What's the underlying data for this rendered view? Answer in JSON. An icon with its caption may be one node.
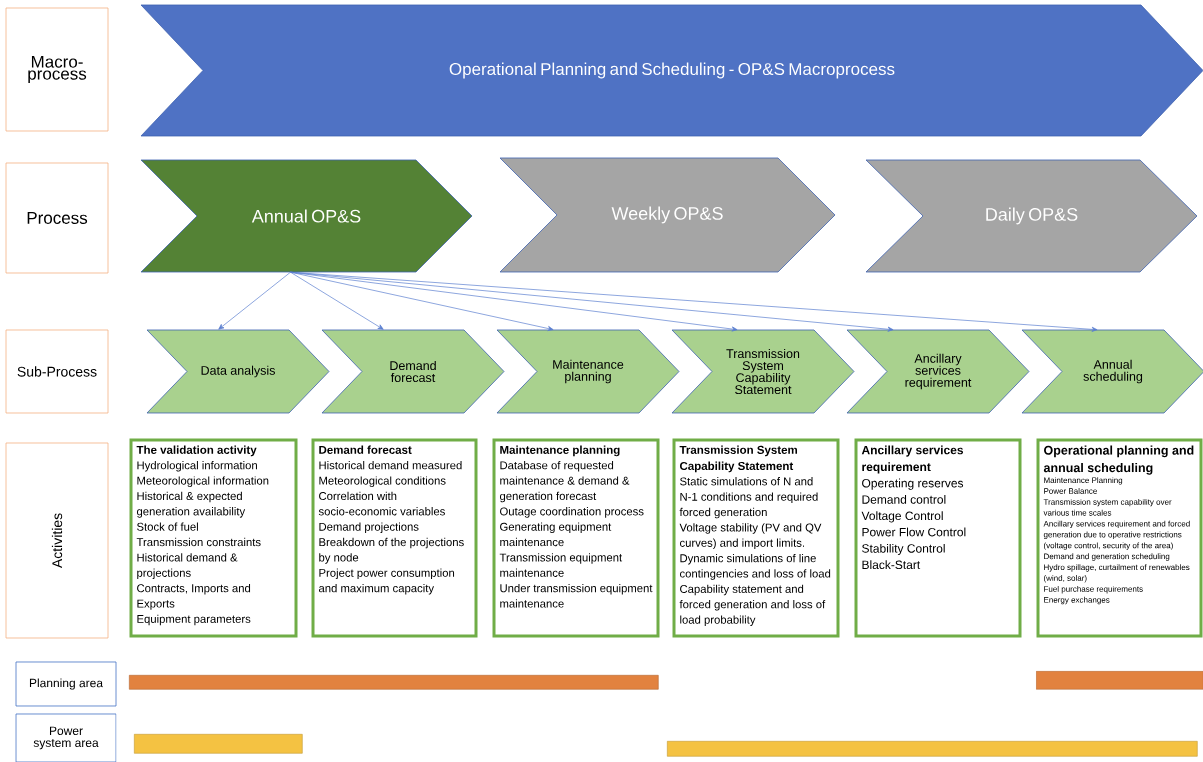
{
  "diagram": {
    "nodes": [
      {
        "text": [
          "Macro-process"
        ]
      },
      {
        "text": [
          "Operational Planning and  Scheduling - OP&S Macroprocess"
        ]
      },
      {
        "text": [
          "Process"
        ]
      },
      {
        "text": [
          "Annual OP&S"
        ]
      },
      {
        "text": [
          "Weekly OP&S"
        ]
      },
      {
        "text": [
          "Daily OP&S"
        ]
      },
      {
        "text": [
          "Sub-Process"
        ]
      },
      {
        "text": [
          "Data analysis"
        ]
      },
      {
        "text": [
          "Demand forecast"
        ]
      },
      {
        "text": [
          "Maintenance planning"
        ]
      },
      {
        "text": [
          "Transmission System Capability Statement"
        ]
      },
      {
        "text": [
          "Ancillary services requirement"
        ]
      },
      {
        "text": [
          "Annual scheduling"
        ]
      },
      {
        "text": [
          "Activities"
        ]
      },
      {
        "text": [
          "The validation activity",
          "Hydrological information",
          "Meteorological information",
          "Historical & expected generation availability",
          "Stock of fuel",
          "Transmission constraints",
          "Historical demand & projections",
          "Contracts, Imports and Exports",
          "Equipment parameters"
        ]
      },
      {
        "text": [
          "Demand forecast",
          "Historical demand measured",
          "Meteorological conditions",
          "Correlation with socio-economic variables",
          "Demand projections",
          "Breakdown of the projections by node",
          "Project power consumption and maximum capacity"
        ]
      },
      {
        "text": [
          "Maintenance planning",
          "Database of requested maintenance & demand & generation forecast",
          "Outage coordination process",
          "Generating equipment maintenance",
          "Transmission equipment maintenance",
          "Under transmission equipment maintenance"
        ]
      },
      {
        "text": [
          "Transmission System Capability Statement",
          "Static simulations of N and N-1 conditions  and required forced generation",
          "Voltage stability (PV and QV curves) and import limits.",
          "Dynamic simulations of line contingencies and loss of load",
          "Capability statement and forced generation and loss of load probability"
        ]
      },
      {
        "text": [
          "Ancillary services requirement",
          "Operating reserves",
          "Demand control",
          "Voltage Control",
          "Power Flow Control",
          "Stability Control",
          "Black-Start"
        ]
      },
      {
        "text": [
          "Operational planning and annual scheduling",
          "Maintenance Planning",
          "Power Balance",
          "Transmission system capability over various time scales",
          "Ancillary services requirement and forced generation due to operative restrictions (voltage control, security of the area)",
          "Demand and generation scheduling",
          "Hydro spillage, curtailment of renewables (wind, solar)",
          "Fuel purchase requirements",
          "Energy exchanges"
        ]
      },
      {
        "text": [
          "Planning area"
        ]
      },
      {
        "text": [
          "Power system area"
        ]
      },
      {
        "text": [],
        "shape": "bar"
      },
      {
        "text": [],
        "shape": "bar"
      },
      {
        "text": [],
        "shape": "bar"
      },
      {
        "text": [],
        "shape": "bar"
      }
    ],
    "edges": [
      {
        "from": 3,
        "to": 7,
        "arrow": "to"
      },
      {
        "from": 3,
        "to": 8,
        "arrow": "to"
      },
      {
        "from": 3,
        "to": 9,
        "arrow": "to"
      },
      {
        "from": 3,
        "to": 10,
        "arrow": "to"
      },
      {
        "from": 3,
        "to": 11,
        "arrow": "to"
      },
      {
        "from": 3,
        "to": 12,
        "arrow": "to"
      }
    ]
  }
}
